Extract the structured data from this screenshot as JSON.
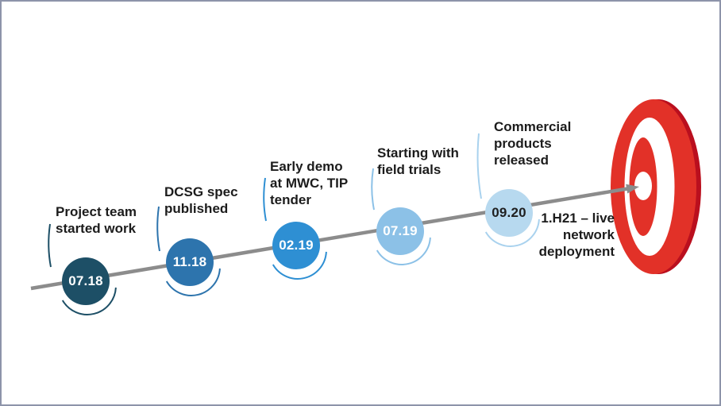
{
  "canvas": {
    "background": "#ffffff",
    "border_color": "#8d94aa"
  },
  "timeline": {
    "line_color": "#8c8c8c",
    "milestones": [
      {
        "date": "07.18",
        "label": "Project team\nstarted work",
        "circle_color": "#1d4f66",
        "date_color": "#ffffff",
        "accent_color": "#1d4f66"
      },
      {
        "date": "11.18",
        "label": "DCSG spec\npublished",
        "circle_color": "#2d74ad",
        "date_color": "#ffffff",
        "accent_color": "#2d74ad"
      },
      {
        "date": "02.19",
        "label": "Early demo\nat MWC, TIP\ntender",
        "circle_color": "#2e8fd3",
        "date_color": "#ffffff",
        "accent_color": "#2e8fd3"
      },
      {
        "date": "07.19",
        "label": "Starting with\nfield trials",
        "circle_color": "#8cc1e7",
        "date_color": "#ffffff",
        "accent_color": "#8cc1e7"
      },
      {
        "date": "09.20",
        "label": "Commercial\nproducts\nreleased",
        "circle_color": "#b7d9ef",
        "date_color": "#1f1f1f",
        "accent_color": "#a9d2ee"
      }
    ],
    "goal_label": "1.H21 – live\nnetwork\ndeployment",
    "target": {
      "red": "#e23128",
      "dark_red": "#ba0f1e",
      "white": "#ffffff"
    }
  }
}
